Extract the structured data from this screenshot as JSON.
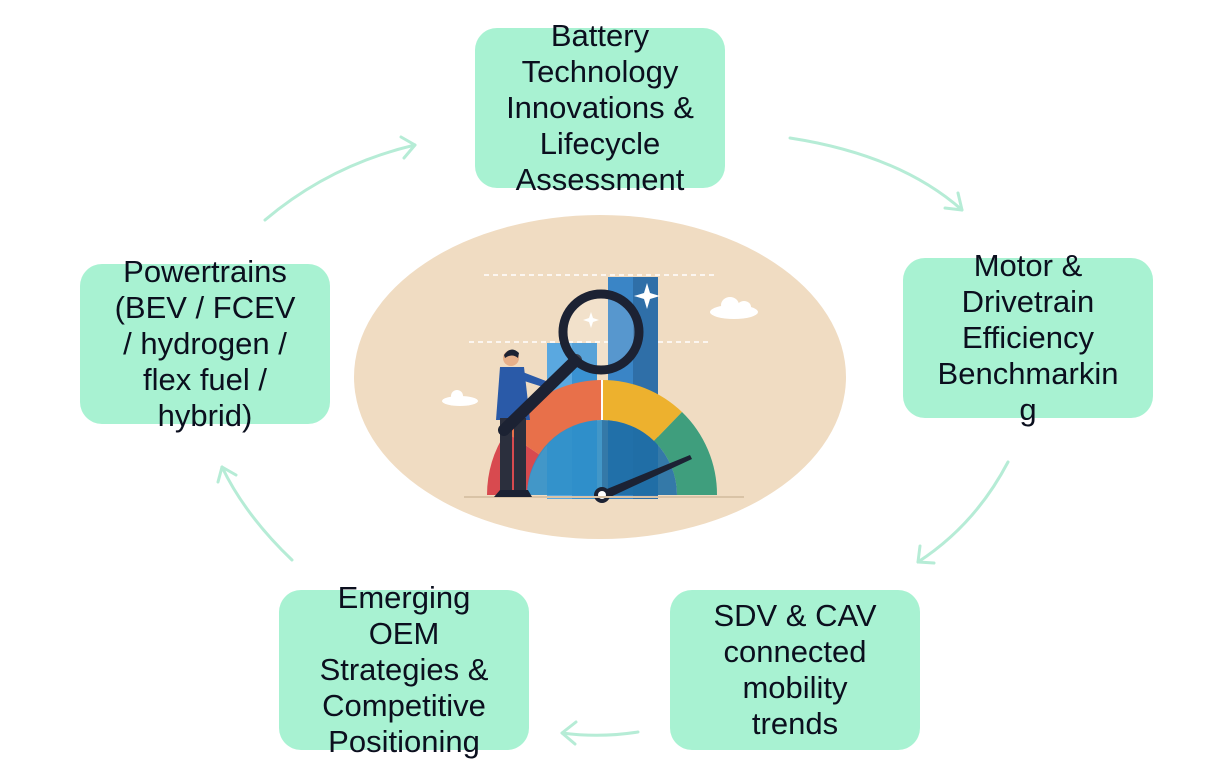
{
  "cycle": {
    "nodes": [
      {
        "id": "battery",
        "label": "Battery\nTechnology\nInnovations &\nLifecycle\nAssessment"
      },
      {
        "id": "motor",
        "label": "Motor &\nDrivetrain\nEfficiency\nBenchmarkin\ng"
      },
      {
        "id": "sdv",
        "label": "SDV & CAV\nconnected\nmobility\ntrends"
      },
      {
        "id": "oem",
        "label": "Emerging\nOEM\nStrategies &\nCompetitive\nPositioning"
      },
      {
        "id": "powertrains",
        "label": "Powertrains\n(BEV / FCEV\n/ hydrogen /\nflex fuel /\nhybrid)"
      }
    ],
    "colors": {
      "node_fill": "#a8f2d2",
      "arrow": "#b6ecd6",
      "ellipse": "#f0dcc2"
    },
    "center_icon": "analyst-magnifier-gauge-illustration"
  }
}
